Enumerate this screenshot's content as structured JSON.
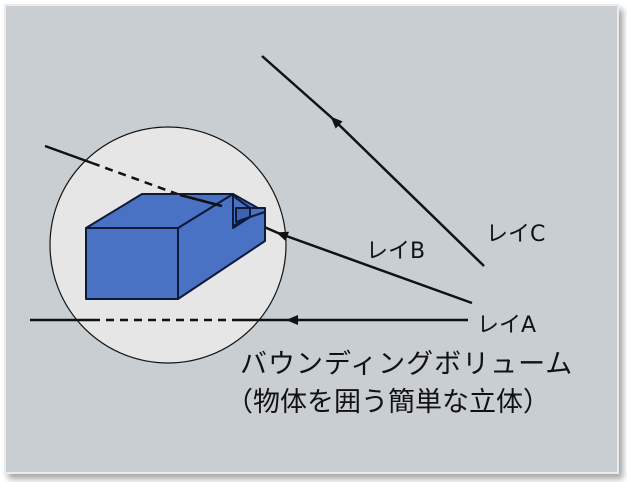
{
  "labels": {
    "ray_a": "レイA",
    "ray_b": "レイB",
    "ray_c": "レイC",
    "bv_title": "バウンディングボリューム",
    "bv_desc": "（物体を囲う簡単な立体）"
  },
  "colors": {
    "background": "#c9ced3",
    "circle_fill": "#e6e6e6",
    "object_fill": "#4a72c4",
    "object_stroke": "#0d1a3a",
    "line": "#111111"
  }
}
